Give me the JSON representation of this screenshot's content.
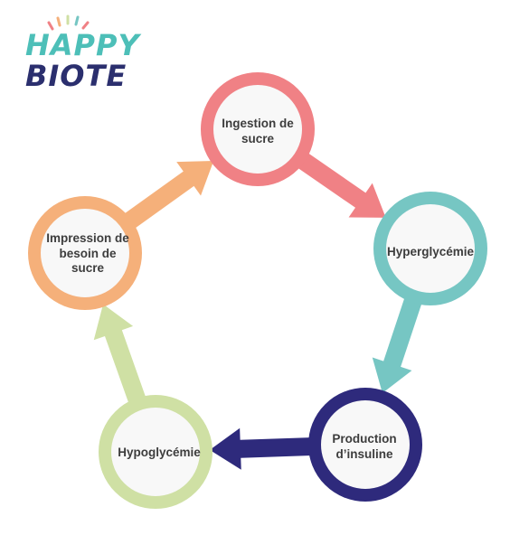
{
  "logo": {
    "line1": "HAPPY",
    "line2": "BIOTE"
  },
  "colors": {
    "pink": "#f08185",
    "teal": "#76c6c3",
    "navy": "#2e2a7c",
    "green": "#cfe0a4",
    "orange": "#f5b07a",
    "circle_fill": "#f8f8f8",
    "text": "#3d3d3d"
  },
  "cycle": {
    "nodes": [
      {
        "label": "Ingestion de\nsucre",
        "color": "pink"
      },
      {
        "label": "Hyperglycémie",
        "color": "teal"
      },
      {
        "label": "Production\nd’insuline",
        "color": "navy"
      },
      {
        "label": "Hypoglycémie",
        "color": "green"
      },
      {
        "label": "Impression de\nbesoin de\nsucre",
        "color": "orange"
      }
    ]
  }
}
